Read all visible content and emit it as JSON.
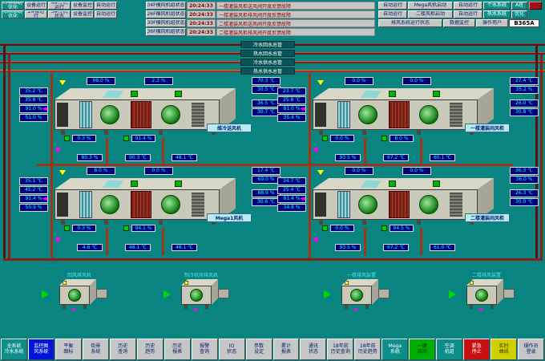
{
  "colors": {
    "background": "#0a8481",
    "value_box": "#000080",
    "value_text": "#00ffff",
    "alarm_text": "#8b0000",
    "pipe_return": "#5e0f0f",
    "pipe_supply": "#a33315",
    "fan_green": "#00b400",
    "arrow_magenta": "#ff00ff",
    "active_tab": "#0014d8",
    "start_green": "#00b000",
    "stop_red": "#c81010"
  },
  "topbar": {
    "left_buttons": [
      {
        "label": "冷水系统优化",
        "style": "teal"
      },
      {
        "label": "设备运行",
        "style": "gray"
      },
      {
        "label": "4#冷机运行",
        "style": "gray"
      },
      {
        "label": "设备监控",
        "style": "gray"
      },
      {
        "label": "自动运行",
        "style": "gray"
      },
      {
        "label": "热水系统优化",
        "style": "teal"
      },
      {
        "label": "2#泵运行",
        "style": "gray"
      },
      {
        "label": "3#冷机状态",
        "style": "gray"
      },
      {
        "label": "设备监控",
        "style": "gray"
      },
      {
        "label": "自动运行",
        "style": "gray"
      }
    ],
    "alarms": [
      {
        "prefix": "34F横风机组状态",
        "time": "20:24:33",
        "message": "一楼灌装风柜送风阀开度反馈故障"
      },
      {
        "prefix": "26F横风机组状态",
        "time": "20:24:33",
        "message": "一楼灌装风柜排风阀开度反馈故障"
      },
      {
        "prefix": "30F横风机组状态",
        "time": "20:24:33",
        "message": "二楼灌装风柜送风阀开度反馈故障"
      },
      {
        "prefix": "36F横风机组状态",
        "time": "20:24:33",
        "message": "二楼灌装风柜排风阀开度反馈故障"
      }
    ],
    "right": {
      "row1": [
        "自动运行",
        "Mega风机启动",
        "自动运行"
      ],
      "row1_teal": [
        "个水系统",
        "A班"
      ],
      "row2": [
        "自动运行",
        "二楼风柜启动",
        "自动运行"
      ],
      "row2_teal": [
        "热水系统",
        "优化"
      ],
      "row3_wide": "排风系统运行状态",
      "row3": [
        "数据监控",
        "操作用户"
      ],
      "station_id": "B365A"
    }
  },
  "pipes": {
    "mains": [
      {
        "label": "冷水回水总管"
      },
      {
        "label": "热水回水总管"
      },
      {
        "label": "冷水供水总管"
      },
      {
        "label": "热水供水总管"
      }
    ]
  },
  "ahus": [
    {
      "label": "维冷送风机",
      "left": [
        "35.2 ℃",
        "35.8 ℃",
        "91.0 %",
        "51.0 %"
      ],
      "top": [
        "98.0 %",
        "2.3 %"
      ],
      "right": [
        "70.3 ℃",
        "30.5 ℃",
        "36.5 ℃",
        "30.7 ℃"
      ],
      "mid": [
        "0.3 %",
        "91.4 %"
      ],
      "bottom": [
        "80.3 %",
        "90.3 ℃",
        "48.1 ℃"
      ]
    },
    {
      "label": "一楼灌装间风柜",
      "left": [
        "23.7 ℃",
        "25.8 ℃",
        "81.0 %",
        "35.4 %"
      ],
      "top": [
        "0.0 %",
        "0.0 %"
      ],
      "right": [
        "27.4 ℃",
        "35.2 %",
        "26.0 ℃",
        "30.8 ℃"
      ],
      "mid": [
        "0.0 %",
        "8.0 %"
      ],
      "bottom": [
        "93.5 %",
        "67.2 ℃",
        "60.1 ℃"
      ]
    },
    {
      "label": "Mega1风机",
      "left": [
        "35.1 ℃",
        "45.2 ℃",
        "91.4 %",
        "50.9 %"
      ],
      "top": [
        "8.0 %",
        "0.0 %"
      ],
      "right": [
        "17.4 ℃",
        "69.0 %",
        "88.9 %",
        "30.6 ℃"
      ],
      "mid": [
        "0.3 %",
        "94.1 %"
      ],
      "bottom": [
        "4.6 ℃",
        "48.1 ℃",
        "46.1 ℃"
      ]
    },
    {
      "label": "二楼灌装间风柜",
      "left": [
        "34.7 ℃",
        "25.4 ℃",
        "81.4 %",
        "34.8 %"
      ],
      "top": [
        "0.0 %",
        "0.0 %"
      ],
      "right": [
        "36.3 ℃",
        "36.0 %",
        "26.3 ℃",
        "30.0 ℃"
      ],
      "mid": [
        "0.0 %",
        "94.5 %"
      ],
      "bottom": [
        "93.5 %",
        "67.2 ℃",
        "61.0 ℃"
      ]
    }
  ],
  "exhaust_fans": [
    {
      "label": "回风排风机"
    },
    {
      "label": "制冷机房排风机"
    },
    {
      "label": "一楼排风装置"
    },
    {
      "label": "二楼排风装置"
    }
  ],
  "toolbar": {
    "buttons": [
      {
        "label": "全系统\n冷水系统",
        "style": "teal"
      },
      {
        "label": "监控图\n风系统",
        "style": "active"
      },
      {
        "label": "平衡\n图标",
        "style": "gray"
      },
      {
        "label": "街景\n系统",
        "style": "gray"
      },
      {
        "label": "历史\n查询",
        "style": "gray"
      },
      {
        "label": "历史\n趋势",
        "style": "gray"
      },
      {
        "label": "历史\n报表",
        "style": "gray"
      },
      {
        "label": "报警\n查询",
        "style": "gray"
      },
      {
        "label": "IO\n状态",
        "style": "gray"
      },
      {
        "label": "参数\n设定",
        "style": "gray"
      },
      {
        "label": "累计\n报表",
        "style": "gray"
      },
      {
        "label": "通讯\n状态",
        "style": "gray"
      },
      {
        "label": "18年前\n历史查询",
        "style": "gray"
      },
      {
        "label": "18年前\n历史趋势",
        "style": "gray"
      },
      {
        "label": "Mega\n系统",
        "style": "teal"
      },
      {
        "label": "一键\n启动",
        "style": "green"
      },
      {
        "label": "空调\n机组",
        "style": "teal"
      },
      {
        "label": "紧急\n停止",
        "style": "red"
      },
      {
        "label": "实时\n曲线",
        "style": "yellow"
      },
      {
        "label": "操作员\n登录",
        "style": "gray"
      }
    ]
  }
}
